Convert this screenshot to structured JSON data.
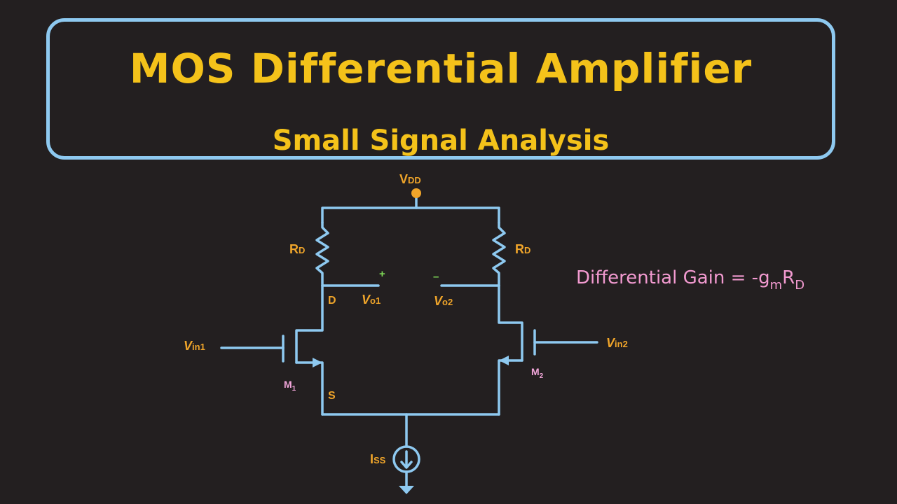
{
  "header": {
    "title": "MOS Differential Amplifier",
    "subtitle": "Small Signal Analysis"
  },
  "gain": {
    "prefix": "Differential Gain = -g",
    "sub1": "m",
    "mid": "R",
    "sub2": "D"
  },
  "circuit": {
    "vdd": {
      "main": "V",
      "sub": "DD"
    },
    "rd_left": {
      "main": "R",
      "sub": "D"
    },
    "rd_right": {
      "main": "R",
      "sub": "D"
    },
    "drain": "D",
    "source": "S",
    "vo1": {
      "main": "V",
      "sub": "o1"
    },
    "vo2": {
      "main": "V",
      "sub": "o2"
    },
    "plus": "+",
    "minus": "–",
    "vin1": {
      "main": "V",
      "sub": "in1"
    },
    "vin2": {
      "main": "V",
      "sub": "in2"
    },
    "m1": {
      "main": "M",
      "sub": "1"
    },
    "m2": {
      "main": "M",
      "sub": "2"
    },
    "iss": {
      "main": "I",
      "sub": "SS"
    }
  },
  "colors": {
    "background": "#231f20",
    "accent_yellow": "#f4c21a",
    "wire_blue": "#8ec9f0",
    "label_orange": "#f0a52a",
    "gain_pink": "#f29ad0",
    "sign_green": "#7ed957"
  }
}
